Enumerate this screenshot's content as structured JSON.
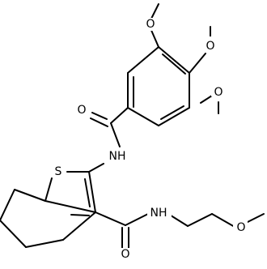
{
  "structure": {
    "atoms": {
      "o_top": "O",
      "o_mid": "O",
      "o_right": "O",
      "o_carbonyl_1": "O",
      "nh_amide_1": "NH",
      "s_thiophene": "S",
      "nh_amide_2": "NH",
      "o_ether": "O",
      "o_carbonyl_2": "O"
    }
  }
}
